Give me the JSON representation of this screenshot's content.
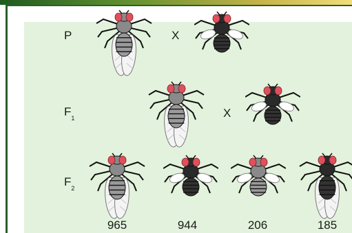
{
  "generations": {
    "p": "P",
    "f1": "F",
    "f1_sub": "1",
    "f2": "F",
    "f2_sub": "2"
  },
  "cross_symbol": "X",
  "counts": [
    "965",
    "944",
    "206",
    "185"
  ],
  "colors": {
    "eye": "#e0505c",
    "body_gray": "#9a9a9a",
    "body_dark": "#333333",
    "wing_long": "#f4f4f4",
    "panel": "#e3f2dc",
    "frame": "#2a5e2a"
  },
  "flies": [
    {
      "generation": "P",
      "body": "gray",
      "wings": "long"
    },
    {
      "generation": "P",
      "body": "dark",
      "wings": "vestigial"
    },
    {
      "generation": "F1",
      "body": "gray",
      "wings": "long"
    },
    {
      "generation": "F1",
      "body": "dark",
      "wings": "vestigial"
    },
    {
      "generation": "F2",
      "body": "gray",
      "wings": "long"
    },
    {
      "generation": "F2",
      "body": "dark",
      "wings": "vestigial"
    },
    {
      "generation": "F2",
      "body": "gray",
      "wings": "vestigial"
    },
    {
      "generation": "F2",
      "body": "dark",
      "wings": "long"
    }
  ]
}
